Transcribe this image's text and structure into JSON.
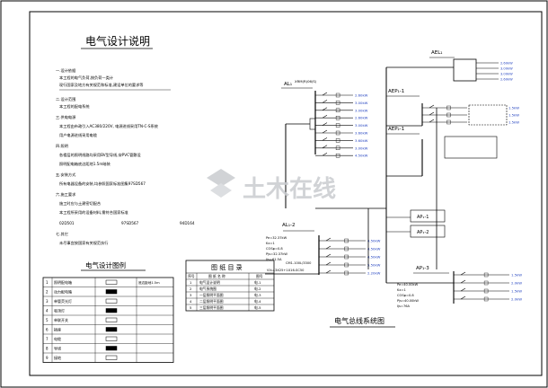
{
  "sheet_title": "电气设计说明",
  "notes": {
    "heading": "一.设计依据",
    "l1": "本工程的电气负荷,按负荷一类计",
    "l2": "现行国家及地方有关规范和标准,建设单位的要求等",
    "h2": "二.设计范围",
    "l3": "本工程的配电系统",
    "h3": "三.供电电源",
    "l4": "本工程由市政引入AC380/220V, 电源进线采用TN-C-S系统",
    "l5": "用户电源进线采用电缆",
    "h4": "四.照明",
    "l6": "各楼层的照明线路均采用BV型导线,穿PVC管敷设",
    "l7": "照明配电箱底边距地1.5m暗装",
    "h5": "五.安装方式",
    "l8": "所有电器设备的安装,均参照国家标准图集97SD567",
    "h6": "六.施工要求",
    "l9": "施工时应与土建密切配合",
    "l10": "本工程所采用的设备材料,需符合国家标准",
    "std_a": "02D501",
    "std_b": "97SD567",
    "std_c": "94D164",
    "h7": "七.其它",
    "l11": "未尽事宜按国家有关规范执行"
  },
  "legend": {
    "title": "电气设计图例",
    "rows": [
      {
        "no": "1",
        "name": "照明配电箱",
        "spec": "",
        "note": "底边距地1.5m"
      },
      {
        "no": "2",
        "name": "动力配电箱",
        "spec": "",
        "note": ""
      },
      {
        "no": "3",
        "name": "单管荧光灯",
        "spec": "",
        "note": ""
      },
      {
        "no": "4",
        "name": "吸顶灯",
        "spec": "",
        "note": ""
      },
      {
        "no": "5",
        "name": "单联开关",
        "spec": "",
        "note": ""
      },
      {
        "no": "6",
        "name": "插座",
        "spec": "",
        "note": ""
      },
      {
        "no": "7",
        "name": "电缆",
        "spec": "",
        "note": ""
      },
      {
        "no": "8",
        "name": "导线",
        "spec": "",
        "note": ""
      },
      {
        "no": "9",
        "name": "接地",
        "spec": "",
        "note": ""
      }
    ]
  },
  "catalog": {
    "title": "图 纸 目 录",
    "head": [
      "序号",
      "图 纸 名 称",
      "图号"
    ],
    "rows": [
      {
        "no": "1",
        "name": "电气设计说明",
        "code": "电-1"
      },
      {
        "no": "2",
        "name": "电气系统图",
        "code": "电-2"
      },
      {
        "no": "3",
        "name": "一层照明平面图",
        "code": "电-3"
      },
      {
        "no": "4",
        "name": "二层照明平面图",
        "code": "电-4"
      },
      {
        "no": "5",
        "name": "三层照明平面图",
        "code": "电-5"
      }
    ]
  },
  "diagram_title": "电气总线系统图",
  "panels": {
    "al": {
      "name": "AL₁",
      "spec": "XRM(R)06(S)"
    },
    "ae1": {
      "name": "AEL₁",
      "spec": ""
    },
    "aep1": {
      "name": "AEP₁-1",
      "spec": ""
    },
    "aep2": {
      "name": "AEP₂-1",
      "spec": ""
    },
    "ap1": {
      "name": "AP₁-1",
      "spec": ""
    },
    "ap2": {
      "name": "AP₁-2",
      "spec": ""
    },
    "ap3": {
      "name": "AP₁-3",
      "spec": ""
    }
  },
  "params_al": {
    "pe": "Pe=32.37kW",
    "kx": "Kx=1",
    "cos": "COSφ=0.8",
    "pjs": "Pjs=32.37kW",
    "ijs": "Ijs=61.5A"
  },
  "params_ap": {
    "pe": "Pe=40.00kW",
    "kx": "Kx=1",
    "cos": "COSφ=0.8",
    "pjs": "Pjs=40.00kW",
    "ijs": "Ijs=76A"
  },
  "incoming": "VV₂₂-3X25+1X16-SC50",
  "breaker_main": "CM1-100L/3300",
  "load_labels": [
    "2.60kW",
    "3.00kW",
    "3.00kW",
    "2.60kW",
    "3.00kW",
    "3.60kW",
    "3.60kW",
    "3.00kW",
    "4.50kW",
    "4.50kW",
    "4.50kW",
    "5.50kW",
    "2.20kW"
  ],
  "branch_right": [
    "1.5kW",
    "1.5kW",
    "1.5kW",
    "1.5kW",
    "2.0kW",
    "1.5kW",
    "2.0kW",
    "2.0kW"
  ],
  "watermark": "土木在线"
}
